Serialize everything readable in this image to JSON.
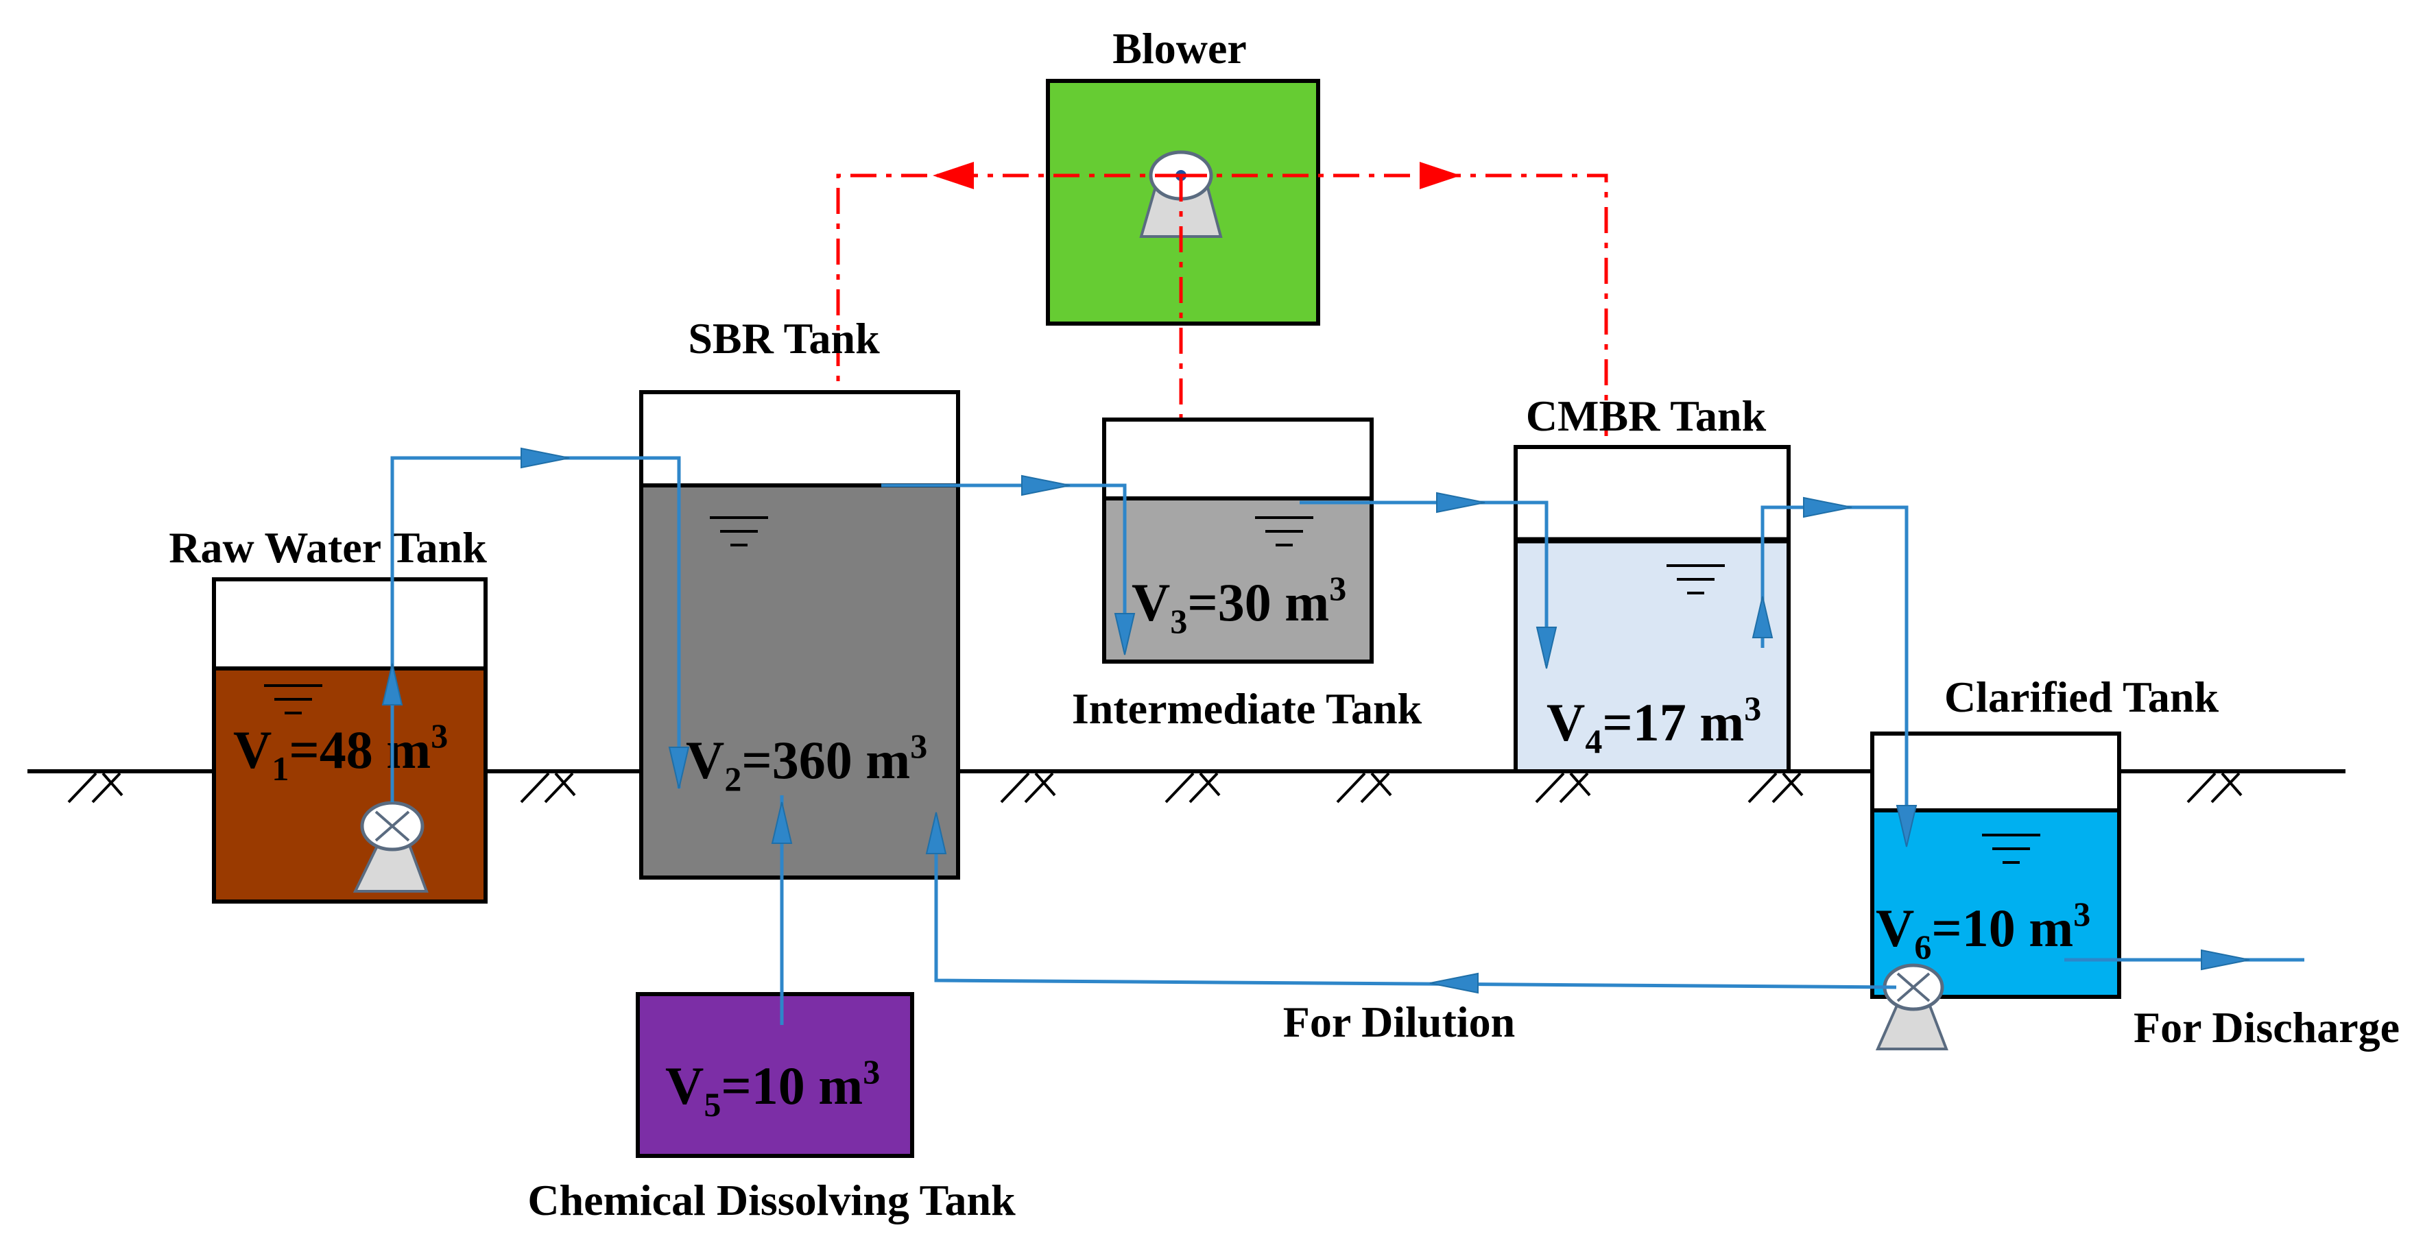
{
  "labels": {
    "blower": "Blower",
    "sbr": "SBR Tank",
    "raw": "Raw Water Tank",
    "intermediate": "Intermediate Tank",
    "cmbr": "CMBR Tank",
    "clarified": "Clarified Tank",
    "chemical": "Chemical Dissolving Tank",
    "dilution": "For Dilution",
    "discharge": "For Discharge"
  },
  "volumes": {
    "v1": {
      "symbol": "V",
      "index": "1",
      "value": "=48 m",
      "exp": "3"
    },
    "v2": {
      "symbol": "V",
      "index": "2",
      "value": "=360 m",
      "exp": "3"
    },
    "v3": {
      "symbol": "V",
      "index": "3",
      "value": "=30 m",
      "exp": "3"
    },
    "v4": {
      "symbol": "V",
      "index": "4",
      "value": "=17 m",
      "exp": "3"
    },
    "v5": {
      "symbol": "V",
      "index": "5",
      "value": "=10 m",
      "exp": "3"
    },
    "v6": {
      "symbol": "V",
      "index": "6",
      "value": "=10 m",
      "exp": "3"
    }
  },
  "colors": {
    "raw_water": "#9a3a00",
    "sbr": "#7f7f7f",
    "intermediate": "#a6a6a6",
    "cmbr": "#dae6f4",
    "clarified": "#00b0f0",
    "chemical": "#7c2ea6",
    "blower": "#66cc33",
    "water_line": "#2e86c9",
    "air_line": "#ff0000",
    "pump": "#d9d9d9"
  }
}
